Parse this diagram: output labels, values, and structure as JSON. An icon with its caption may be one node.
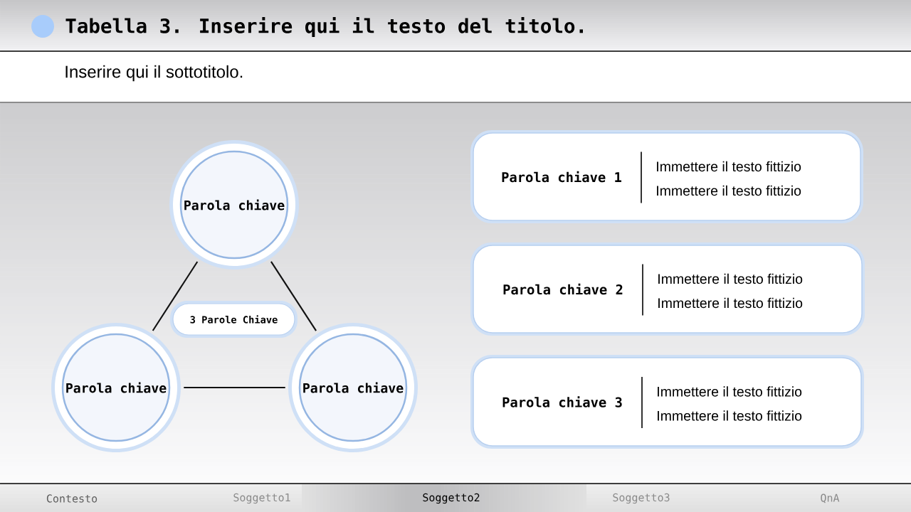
{
  "diagram": {
    "title": "Tabella 3. Inserire qui il testo del titolo.",
    "nodes": [
      {
        "text": [
          "Parola chiave"
        ]
      },
      {
        "text": [
          "Parola chiave"
        ]
      },
      {
        "text": [
          "Parola chiave"
        ]
      },
      {
        "text": [
          "3 Parole Chiave"
        ]
      },
      {
        "text": [
          "Parola chiave 1",
          "Immettere il testo fittizio",
          "Immettere il testo fittizio"
        ]
      },
      {
        "text": [
          "Parola chiave 2",
          "Immettere il testo fittizio",
          "Immettere il testo fittizio"
        ]
      },
      {
        "text": [
          "Parola chiave 3",
          "Immettere il testo fittizio",
          "Immettere il testo fittizio"
        ]
      }
    ],
    "edges": [
      {
        "from": 0,
        "to": 1,
        "arrow": "none"
      },
      {
        "from": 0,
        "to": 2,
        "arrow": "none"
      },
      {
        "from": 1,
        "to": 2,
        "arrow": "none"
      }
    ],
    "labels": [
      "Inserire qui il sottotitolo.",
      "Contesto",
      "Soggetto1",
      "Soggetto2",
      "Soggetto3",
      "QnA"
    ]
  }
}
